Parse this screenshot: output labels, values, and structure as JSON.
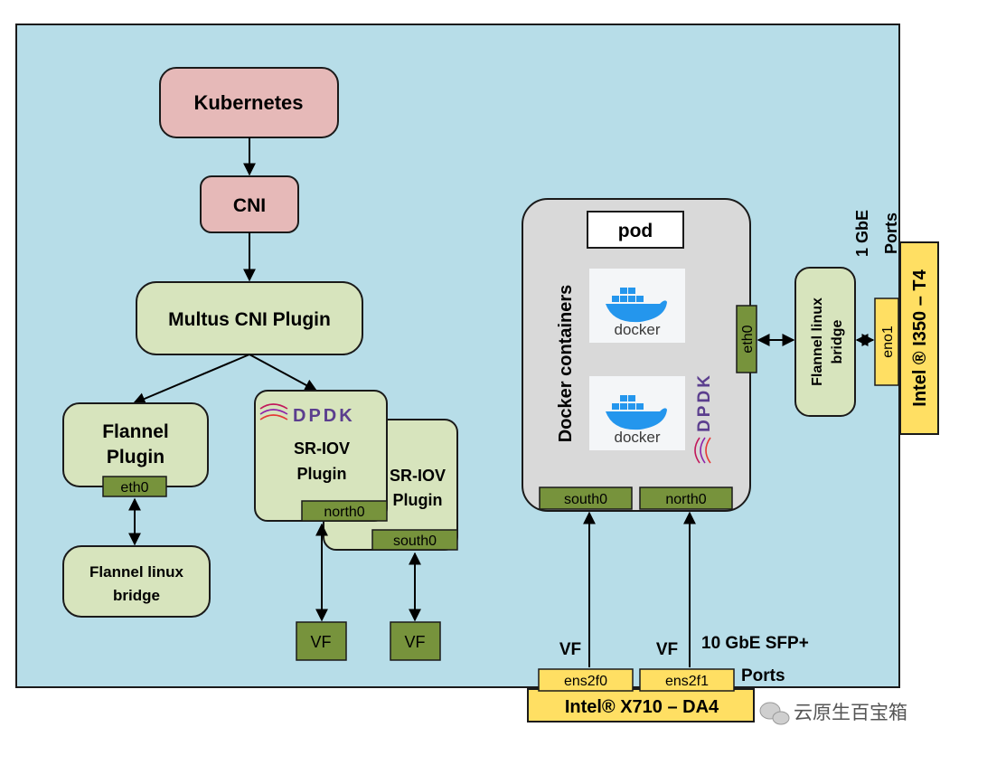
{
  "nodes": {
    "kubernetes": "Kubernetes",
    "cni": "CNI",
    "multus": "Multus CNI Plugin",
    "flannel_plugin_line1": "Flannel",
    "flannel_plugin_line2": "Plugin",
    "flannel_bridge_left_line1": "Flannel linux",
    "flannel_bridge_left_line2": "bridge",
    "sriov_front_line1": "SR-IOV",
    "sriov_front_line2": "Plugin",
    "sriov_back_line1": "SR-IOV",
    "sriov_back_line2": "Plugin",
    "pod": "pod",
    "docker_containers": "Docker containers",
    "flannel_bridge_right_line1": "Flannel linux",
    "flannel_bridge_right_line2": "bridge"
  },
  "ports": {
    "eth0_left": "eth0",
    "north0_left": "north0",
    "south0_left": "south0",
    "south0_pod": "south0",
    "north0_pod": "north0",
    "eth0_pod": "eth0",
    "eno1": "eno1",
    "vf_box_1": "VF",
    "vf_box_2": "VF",
    "ens2f0": "ens2f0",
    "ens2f1": "ens2f1"
  },
  "labels": {
    "vf_1": "VF",
    "vf_2": "VF",
    "sfp_line1": "10 GbE SFP+",
    "sfp_line2": "Ports",
    "gbe_line1": "1 GbE",
    "gbe_line2": "Ports",
    "nic_x710": "Intel® X710 – DA4",
    "nic_i350": "Intel ® I350 – T4",
    "dpdk_logo": "DPDK",
    "docker_logo_1": "docker",
    "docker_logo_2": "docker",
    "watermark": "云原生百宝箱"
  },
  "colors": {
    "background": "#b7dde8",
    "kubernetes_fill": "#e6b9b8",
    "plugin_fill": "#d7e4bd",
    "port_fill": "#77933c",
    "nic_fill": "#ffdf63",
    "pod_fill": "#d9d9d9",
    "dpdk_purple": "#5b3e8e"
  }
}
